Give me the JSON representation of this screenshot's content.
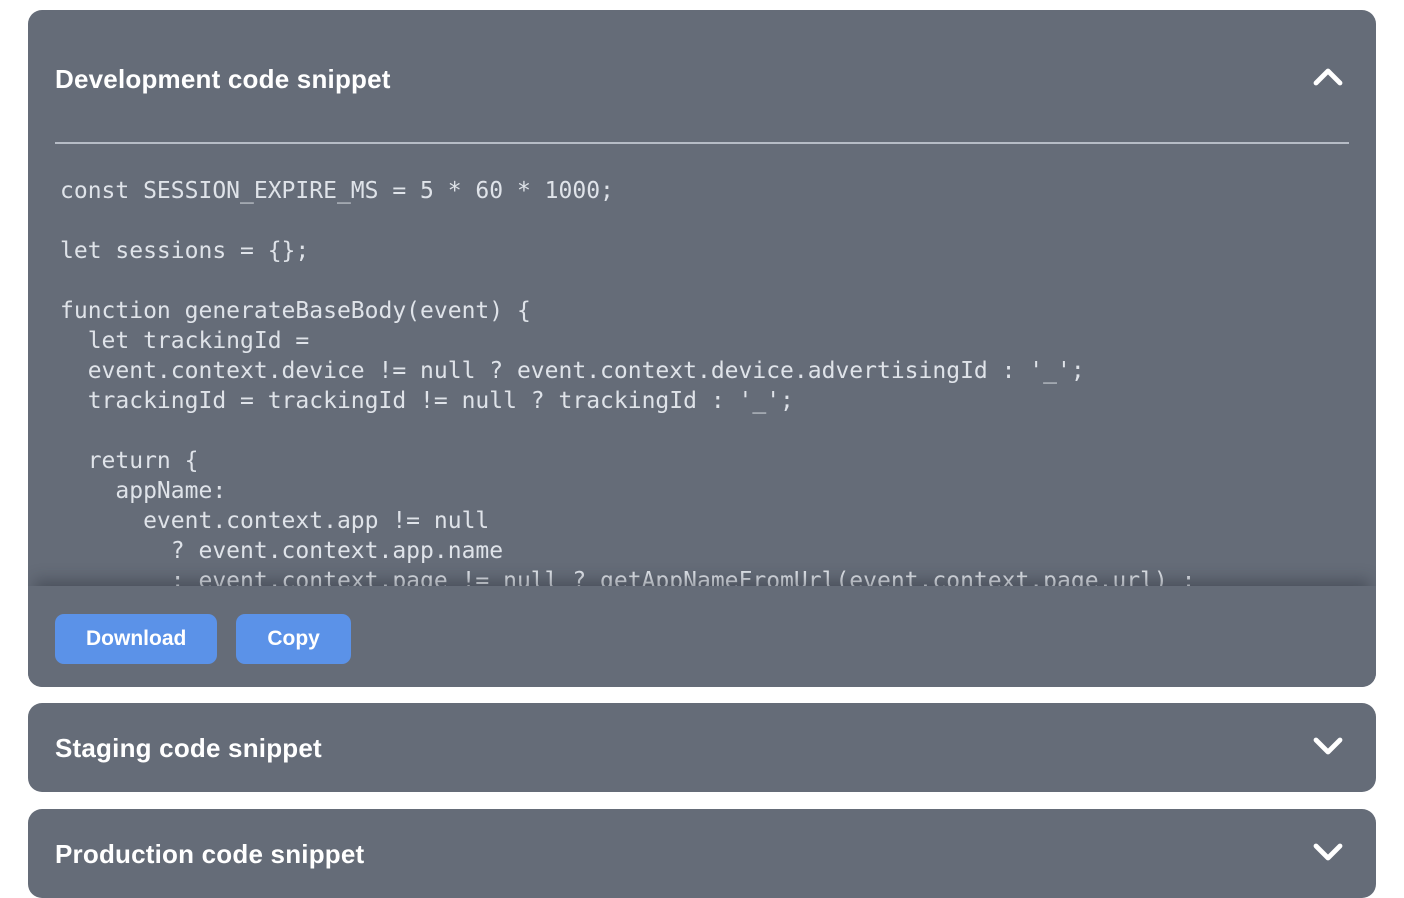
{
  "colors": {
    "panel_background": "#656C78",
    "accent_button": "#5B92E8",
    "code_text": "#DFE3E9",
    "divider": "#B6BCC6",
    "title_text": "#FFFFFF",
    "page_background": "#FFFFFF"
  },
  "icons": {
    "expanded_icon": "chevron-up-icon",
    "collapsed_icon": "chevron-down-icon"
  },
  "panels": {
    "development": {
      "title": "Development code snippet",
      "state": "expanded",
      "code": "const SESSION_EXPIRE_MS = 5 * 60 * 1000;\n\nlet sessions = {};\n\nfunction generateBaseBody(event) {\n  let trackingId =\n  event.context.device != null ? event.context.device.advertisingId : '_';\n  trackingId = trackingId != null ? trackingId : '_';\n\n  return {\n    appName:\n      event.context.app != null\n        ? event.context.app.name\n        : event.context.page != null ? getAppNameFromUrl(event.context.page.url) :",
      "buttons": {
        "download": "Download",
        "copy": "Copy"
      }
    },
    "staging": {
      "title": "Staging code snippet",
      "state": "collapsed"
    },
    "production": {
      "title": "Production code snippet",
      "state": "collapsed"
    }
  }
}
